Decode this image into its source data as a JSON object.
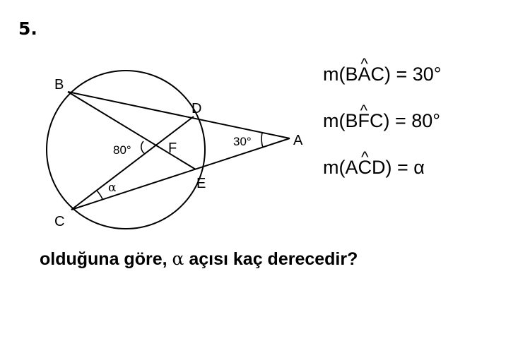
{
  "question_number": "5.",
  "figure": {
    "points": {
      "A": "A",
      "B": "B",
      "C": "C",
      "D": "D",
      "E": "E",
      "F": "F"
    },
    "angle_labels": {
      "bfc": "80°",
      "bac": "30°",
      "acd": "α"
    }
  },
  "given": [
    {
      "prefix": "m(",
      "first": "B",
      "vertex": "A",
      "last": "C",
      "suffix": ") = 30°"
    },
    {
      "prefix": "m(",
      "first": "B",
      "vertex": "F",
      "last": "C",
      "suffix": ") = 80°"
    },
    {
      "prefix": "m(",
      "first": "A",
      "vertex": "C",
      "last": "D",
      "suffix": ") = α"
    }
  ],
  "hat_glyph": "^",
  "question": {
    "part1": "olduğuna göre, ",
    "alpha": "α",
    "part2": " açısı kaç derecedir?"
  }
}
